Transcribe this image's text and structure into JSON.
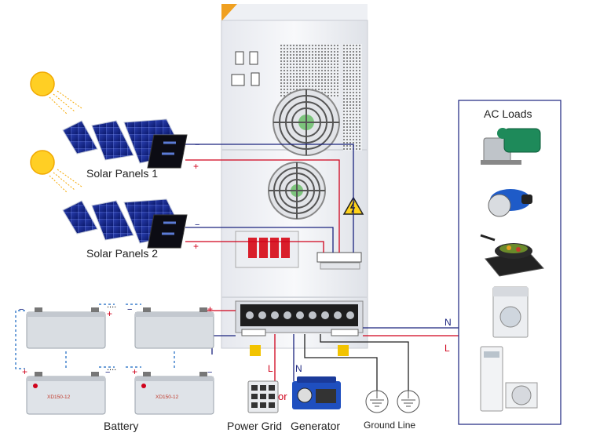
{
  "labels": {
    "solar_panels_1": "Solar Panels 1",
    "solar_panels_2": "Solar Panels 2",
    "ac_loads": "AC Loads",
    "battery": "Battery",
    "power_grid": "Power Grid",
    "generator": "Generator",
    "or": "or",
    "ground_line": "Ground Line"
  },
  "polarity": {
    "minus": "−",
    "plus": "+"
  },
  "wire_tags": {
    "neutral": "N",
    "live": "L"
  },
  "battery_model": "XD150-12",
  "colors": {
    "positive_wire": "#d0021b",
    "negative_wire": "#1a237e",
    "dashed_link": "#1565c0",
    "cabinet": "#f4f5f8"
  }
}
